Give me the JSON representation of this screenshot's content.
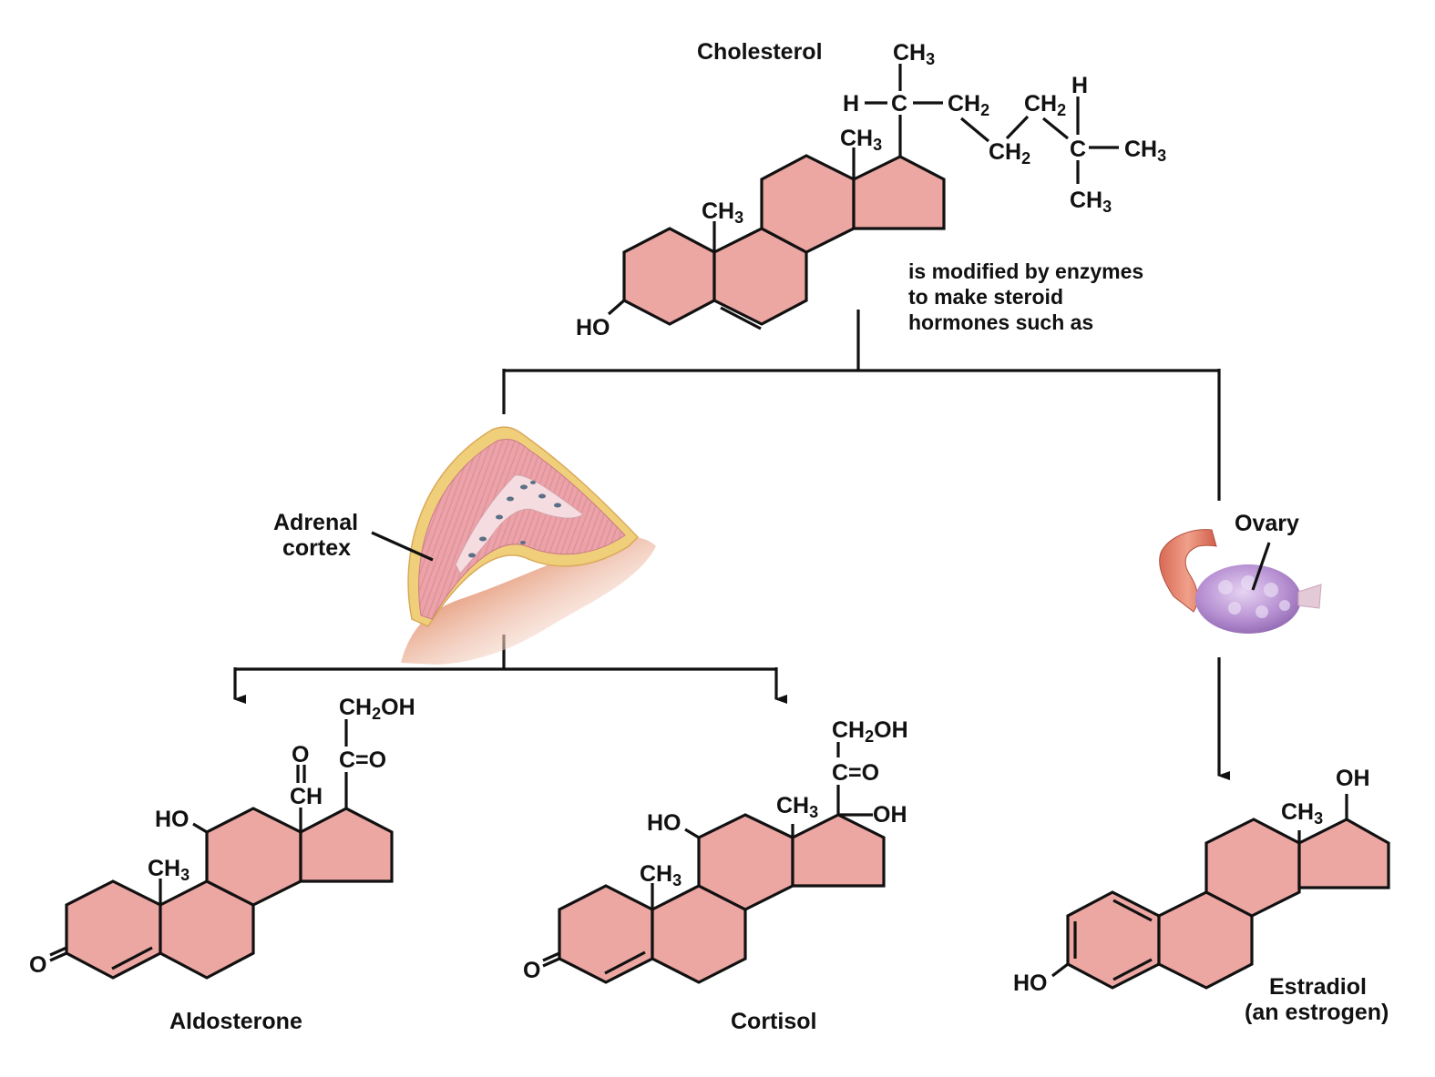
{
  "title": "Cholesterol is modified by enzymes to make steroid hormones",
  "colors": {
    "ring_fill": "#eca7a3",
    "line": "#111111",
    "adrenal_pink": "#e8a0a4",
    "adrenal_fat": "#f0cf7a",
    "kidney_tissue": "#e39a7a",
    "ovary_purple": "#b68ed1",
    "oviduct": "#e48670"
  },
  "cholesterol": {
    "name": "Cholesterol",
    "groups": {
      "ch3_top": "CH",
      "h_left": "H",
      "c_branch": "C",
      "ch2_a": "CH",
      "ch2_b": "CH",
      "ch2_c": "CH",
      "h_top": "H",
      "c_end": "C",
      "ch3_end_right": "CH",
      "ch3_end_down": "CH",
      "ch3_c13": "CH",
      "ch3_c10": "CH",
      "ho": "HO"
    },
    "subscripts": {
      "three": "3",
      "two": "2"
    }
  },
  "modification_note": {
    "line1": "is modified by enzymes",
    "line2": "to make steroid",
    "line3": "hormones such as"
  },
  "organs": {
    "adrenal": {
      "label_line1": "Adrenal",
      "label_line2": "cortex"
    },
    "ovary": {
      "label": "Ovary"
    }
  },
  "products": {
    "aldosterone": {
      "name": "Aldosterone",
      "groups": {
        "ch2oh": "CH",
        "ch2oh_tail": "OH",
        "c_eq_o": "C=O",
        "o_top": "O",
        "ch": "CH",
        "ho": "HO",
        "ch3": "CH",
        "o_ketone": "O"
      }
    },
    "cortisol": {
      "name": "Cortisol",
      "groups": {
        "ch2oh": "CH",
        "ch2oh_tail": "OH",
        "c_eq_o": "C=O",
        "ch3_c13": "CH",
        "oh_c17": "OH",
        "ho": "HO",
        "ch3_c10": "CH",
        "o_ketone": "O"
      }
    },
    "estradiol": {
      "name_line1": "Estradiol",
      "name_line2": "(an estrogen)",
      "groups": {
        "oh": "OH",
        "ch3": "CH",
        "ho": "HO"
      }
    }
  }
}
